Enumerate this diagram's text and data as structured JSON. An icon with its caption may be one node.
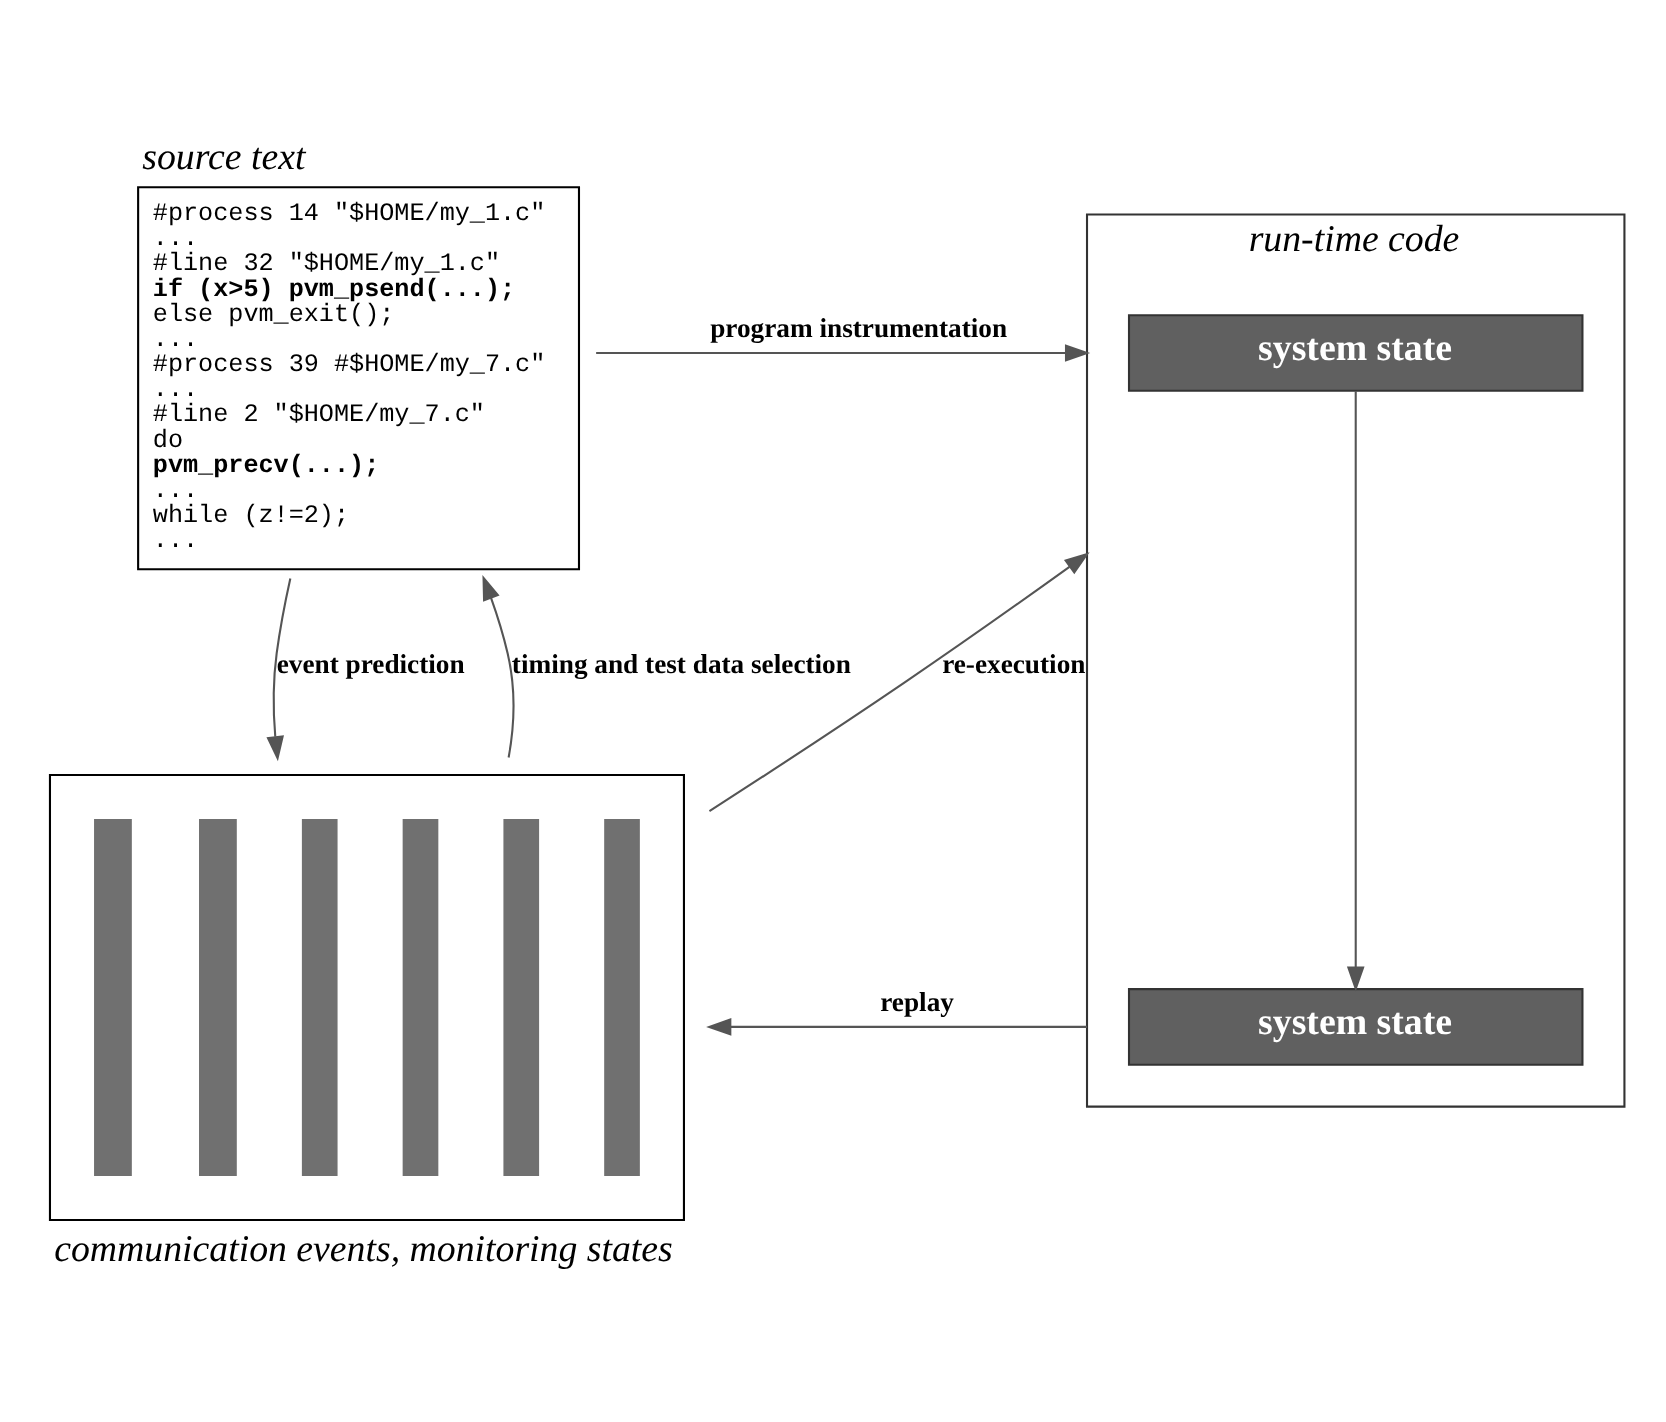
{
  "diagram": {
    "nodes": [
      {
        "text": [
          "source text",
          "#process 14 \"$HOME/my_1.c\"",
          "...",
          "#line 32 \"$HOME/my_1.c\"",
          "if (x>5) pvm_psend(...);",
          "else pvm_exit();",
          "...",
          "#process 39 #$HOME/my_7.c\"",
          "...",
          "#line 2 \"$HOME/my_7.c\"",
          "do",
          "pvm_precv(...);",
          "...",
          "while (z!=2);",
          "..."
        ]
      },
      {
        "text": [
          "run-time code"
        ]
      },
      {
        "text": [
          "system state"
        ],
        "in": 1
      },
      {
        "text": [
          "system state"
        ],
        "in": 1
      },
      {
        "text": [
          "communication events, monitoring states"
        ]
      }
    ],
    "edges": [
      {
        "from": 0,
        "to": 1,
        "arrow": "to",
        "label": "program instrumentation"
      },
      {
        "from": 2,
        "to": 3,
        "arrow": "to"
      },
      {
        "from": 0,
        "to": 4,
        "arrow": "to",
        "label": "event prediction"
      },
      {
        "from": 4,
        "to": 0,
        "arrow": "to",
        "label": "timing and test data selection"
      },
      {
        "from": 1,
        "to": 4,
        "arrow": "to",
        "label": "replay"
      },
      {
        "from": 4,
        "to": 1,
        "arrow": "to",
        "label": "re-execution"
      }
    ]
  }
}
